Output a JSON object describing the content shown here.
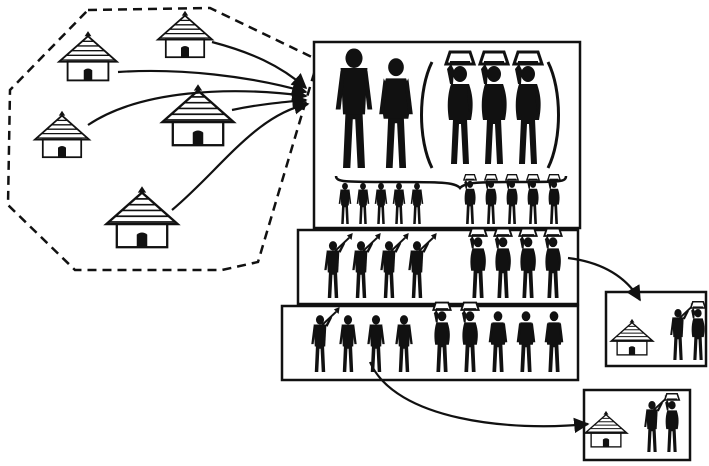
{
  "colors": {
    "ink": "#111111",
    "paper": "#ffffff"
  },
  "village": {
    "boundary": "dashed-octagon",
    "huts": [
      "hut",
      "hut",
      "hut",
      "hut",
      "hut"
    ]
  },
  "household": {
    "elders": [
      "man",
      "woman"
    ],
    "wives": [
      "woman-carrying-pot",
      "woman-carrying-pot",
      "woman-carrying-pot"
    ],
    "children_boys": [
      "boy",
      "boy",
      "boy",
      "boy",
      "boy"
    ],
    "children_girls": [
      "girl-carrying-pot",
      "girl-carrying-pot",
      "girl-carrying-pot",
      "girl-carrying-pot",
      "girl-carrying-pot"
    ]
  },
  "generation_row_1": {
    "men": [
      "man-with-hoe",
      "man-with-hoe",
      "man-with-hoe",
      "man-with-hoe"
    ],
    "women": [
      "woman-carrying-pot",
      "woman-carrying-pot",
      "woman-carrying-pot",
      "woman-carrying-pot"
    ]
  },
  "generation_row_2": {
    "men": [
      "man-with-hoe",
      "man",
      "man",
      "man"
    ],
    "women": [
      "woman-carrying-pot",
      "woman-carrying-pot",
      "woman",
      "woman",
      "woman"
    ]
  },
  "new_household_1": [
    "hut",
    "man-with-hoe",
    "woman-carrying-pot"
  ],
  "new_household_2": [
    "hut",
    "man-with-hoe",
    "woman-carrying-pot"
  ]
}
